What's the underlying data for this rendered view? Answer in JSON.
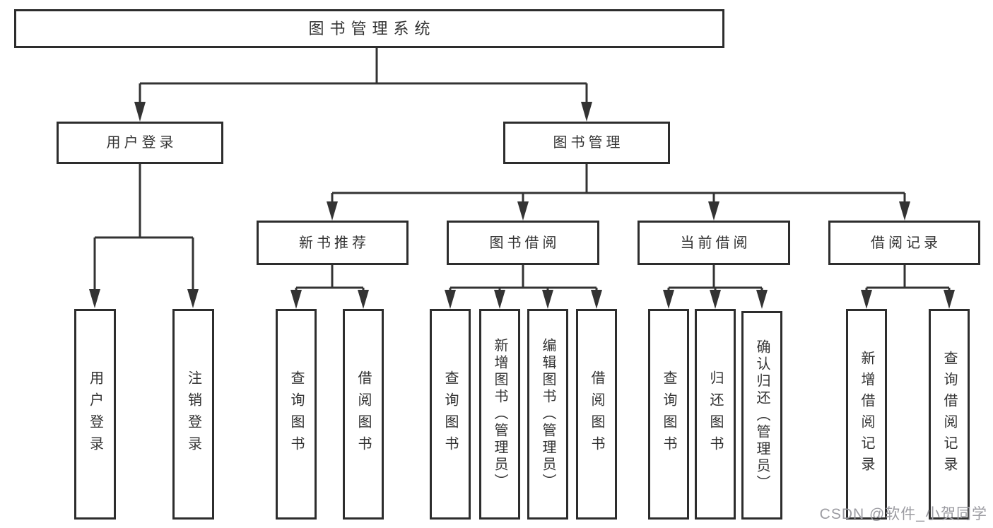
{
  "diagram_title": "图书管理系统",
  "colors": {
    "line": "#333333",
    "box_border": "#2d2d2d",
    "box_fill": "#ffffff",
    "text": "#333333",
    "watermark": "#9c9ca2",
    "background": "#ffffff"
  },
  "watermark": {
    "text": "CSDN @软件_小贺同学"
  },
  "tree": {
    "root": {
      "label": "图书管理系统"
    },
    "children": [
      {
        "label": "用户登录",
        "children": [
          {
            "label": "用户登录"
          },
          {
            "label": "注销登录"
          }
        ]
      },
      {
        "label": "图书管理",
        "children": [
          {
            "label": "新书推荐",
            "children": [
              {
                "label": "查询图书"
              },
              {
                "label": "借阅图书"
              }
            ]
          },
          {
            "label": "图书借阅",
            "children": [
              {
                "label": "查询图书"
              },
              {
                "label": "新增图书（管理员）"
              },
              {
                "label": "编辑图书（管理员）"
              },
              {
                "label": "借阅图书"
              }
            ]
          },
          {
            "label": "当前借阅",
            "children": [
              {
                "label": "查询图书"
              },
              {
                "label": "归还图书"
              },
              {
                "label": "确认归还（管理员）"
              }
            ]
          },
          {
            "label": "借阅记录",
            "children": [
              {
                "label": "新增借阅记录"
              },
              {
                "label": "查询借阅记录"
              }
            ]
          }
        ]
      }
    ]
  }
}
